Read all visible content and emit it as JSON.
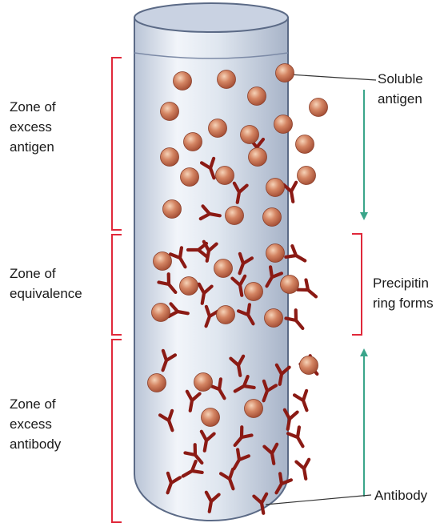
{
  "zones": {
    "excess_antigen": {
      "label": "Zone of\nexcess\nantigen"
    },
    "equivalence": {
      "label": "Zone of\nequivalence"
    },
    "excess_antibody": {
      "label": "Zone of\nexcess\nantibody"
    }
  },
  "callouts": {
    "soluble_antigen": "Soluble\nantigen",
    "precipitin": "Precipitin\nring forms",
    "antibody": "Antibody"
  },
  "colors": {
    "bracket": "#e0283a",
    "arrow": "#3aa58a",
    "antibody": "#8b1a14",
    "antigen_fill": "#c96e4e",
    "antigen_highlight": "#f4d0b4",
    "tube_fill": "#dde4ee",
    "tube_stroke": "#5b6a86"
  }
}
